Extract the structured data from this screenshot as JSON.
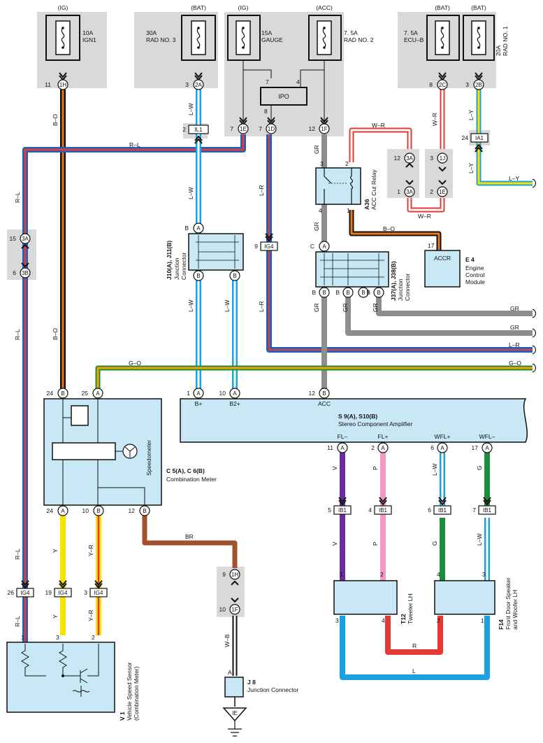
{
  "fuses": [
    {
      "id": "ign1",
      "source": "(IG)",
      "amp": "10A",
      "name": "IGN1",
      "pin": "11",
      "conn": "1H"
    },
    {
      "id": "rad3",
      "source": "(BAT)",
      "amp": "30A",
      "name": "RAD NO. 3",
      "pin": "3",
      "conn": "2A"
    },
    {
      "id": "gauge",
      "source": "(IG)",
      "amp": "15A",
      "name": "GAUGE"
    },
    {
      "id": "rad2",
      "source": "(ACC)",
      "amp": "7. 5A",
      "name": "RAD NO. 2"
    },
    {
      "id": "ecub",
      "source": "(BAT)",
      "amp": "7. 5A",
      "name": "ECU–B",
      "pin": "8",
      "conn": "2C"
    },
    {
      "id": "rad1",
      "source": "(BAT)",
      "amp": "20A",
      "name": "RAD NO. 1",
      "pin": "3",
      "conn": "2B"
    }
  ],
  "ipo": {
    "label": "IPO",
    "pin_left": "7",
    "pin_right": "4",
    "pin_bottom": "8"
  },
  "junction_block": [
    {
      "pin": "7",
      "conn": "1E"
    },
    {
      "pin": "7",
      "conn": "1D"
    },
    {
      "pin": "12",
      "conn": "1F"
    }
  ],
  "wire_labels": {
    "b_o": "B–O",
    "r_l": "R–L",
    "l_w": "L–W",
    "l_r": "L–R",
    "gr": "GR",
    "w_r": "W–R",
    "l_y": "L–Y",
    "g_o": "G–O",
    "v": "V",
    "p": "P",
    "g": "G",
    "y": "Y",
    "y_r": "Y–R",
    "br": "BR",
    "w_b": "W–B",
    "r": "R",
    "l": "L"
  },
  "connectors": {
    "il1": {
      "pin": "2",
      "label": "IL1"
    },
    "ia1": {
      "pin": "24",
      "label": "IA1"
    },
    "ig4_mid": {
      "pin": "9",
      "label": "IG4"
    },
    "c3a_left": {
      "top_pin": "15",
      "top": "3A",
      "bottom_pin": "6",
      "bottom": "3B"
    },
    "relay_left": {
      "top_pin": "12",
      "top": "3A",
      "bottom_pin": "1",
      "bottom": "3A"
    },
    "relay_right": {
      "top_pin": "3",
      "top": "1J",
      "bottom_pin": "2",
      "bottom": "1E"
    },
    "j1h1f": {
      "top_pin": "9",
      "top": "1H",
      "bottom_pin": "10",
      "bottom": "1F"
    },
    "ig4_bottom": [
      {
        "pin": "26",
        "label": "IG4"
      },
      {
        "pin": "19",
        "label": "IG4"
      },
      {
        "pin": "3",
        "label": "IG4"
      }
    ],
    "ib1": [
      {
        "pin": "5",
        "label": "IB1"
      },
      {
        "pin": "4",
        "label": "IB1"
      },
      {
        "pin": "6",
        "label": "IB1"
      },
      {
        "pin": "7",
        "label": "IB1"
      }
    ]
  },
  "components": {
    "jc1": {
      "name": "J10(A), J11(B)",
      "desc1": "Junction",
      "desc2": "Connector",
      "pin_a": "A",
      "pin_b": "B"
    },
    "jc2": {
      "name": "J37(A), J38(B)",
      "desc1": "Junction",
      "desc2": "Connector",
      "pin_a": "A",
      "pin_b": "B"
    },
    "relay": {
      "ref": "A36",
      "name": "ACC Cut Relay",
      "pin3": "3",
      "pin2": "2",
      "pin4": "4",
      "pin1": "1"
    },
    "ecm": {
      "ref": "E 4",
      "line1": "Engine",
      "line2": "Control",
      "line3": "Module",
      "box": "ACCR",
      "pin": "17"
    },
    "meter": {
      "ref": "C 5(A), C 6(B)",
      "name": "Combination Meter",
      "gauge": "Speedometer"
    },
    "amp": {
      "ref": "S 9(A), S10(B)",
      "name": "Stereo Component Amplifier",
      "pins_top": [
        "B+",
        "B2+",
        "ACC"
      ],
      "pins_bottom": [
        "FL–",
        "FL+",
        "WFL+",
        "WFL–"
      ]
    },
    "tweeter": {
      "ref": "T12",
      "name": "Tweeter LH"
    },
    "speaker": {
      "ref": "F14",
      "name1": "Front Door Speaker",
      "name2": "and Woofer LH"
    },
    "vss": {
      "ref": "V 1",
      "name1": "Vehicle Speed Sensor",
      "name2": "(Combination Meter)"
    },
    "j8": {
      "ref": "J 8",
      "name": "Junction Connector",
      "pin": "A"
    },
    "ground": {
      "label": "IE"
    }
  },
  "pin_numbers": {
    "meter_top": [
      {
        "pin": "24",
        "c": "B"
      },
      {
        "pin": "25",
        "c": "A"
      }
    ],
    "meter_bottom": [
      {
        "pin": "24",
        "c": "A"
      },
      {
        "pin": "10",
        "c": "B"
      },
      {
        "pin": "12",
        "c": "B"
      }
    ],
    "amp_top": [
      {
        "pin": "1",
        "c": "A"
      },
      {
        "pin": "10",
        "c": "A"
      },
      {
        "pin": "12",
        "c": "B"
      }
    ],
    "amp_bottom": [
      {
        "pin": "11",
        "c": "A"
      },
      {
        "pin": "2",
        "c": "A"
      },
      {
        "pin": "6",
        "c": "A"
      },
      {
        "pin": "17",
        "c": "A"
      }
    ],
    "tweeter": [
      "1",
      "2",
      "3",
      "4"
    ],
    "speaker": [
      "4",
      "3",
      "2",
      "1"
    ],
    "vss": [
      "1",
      "3",
      "2"
    ],
    "jc1_top": {
      "pin": "B",
      "c": "A"
    },
    "jc1_bottom": [
      {
        "c": "B"
      },
      {
        "c": "B"
      }
    ],
    "jc2_top": {
      "pin": "C",
      "c": "A"
    },
    "jc2_bottom": [
      {
        "pin": "B",
        "c": "B"
      },
      {
        "pin": "B",
        "c": "B"
      },
      {
        "pin": "B",
        "c": "B"
      },
      {
        "pin": "B",
        "c": "B"
      }
    ]
  }
}
